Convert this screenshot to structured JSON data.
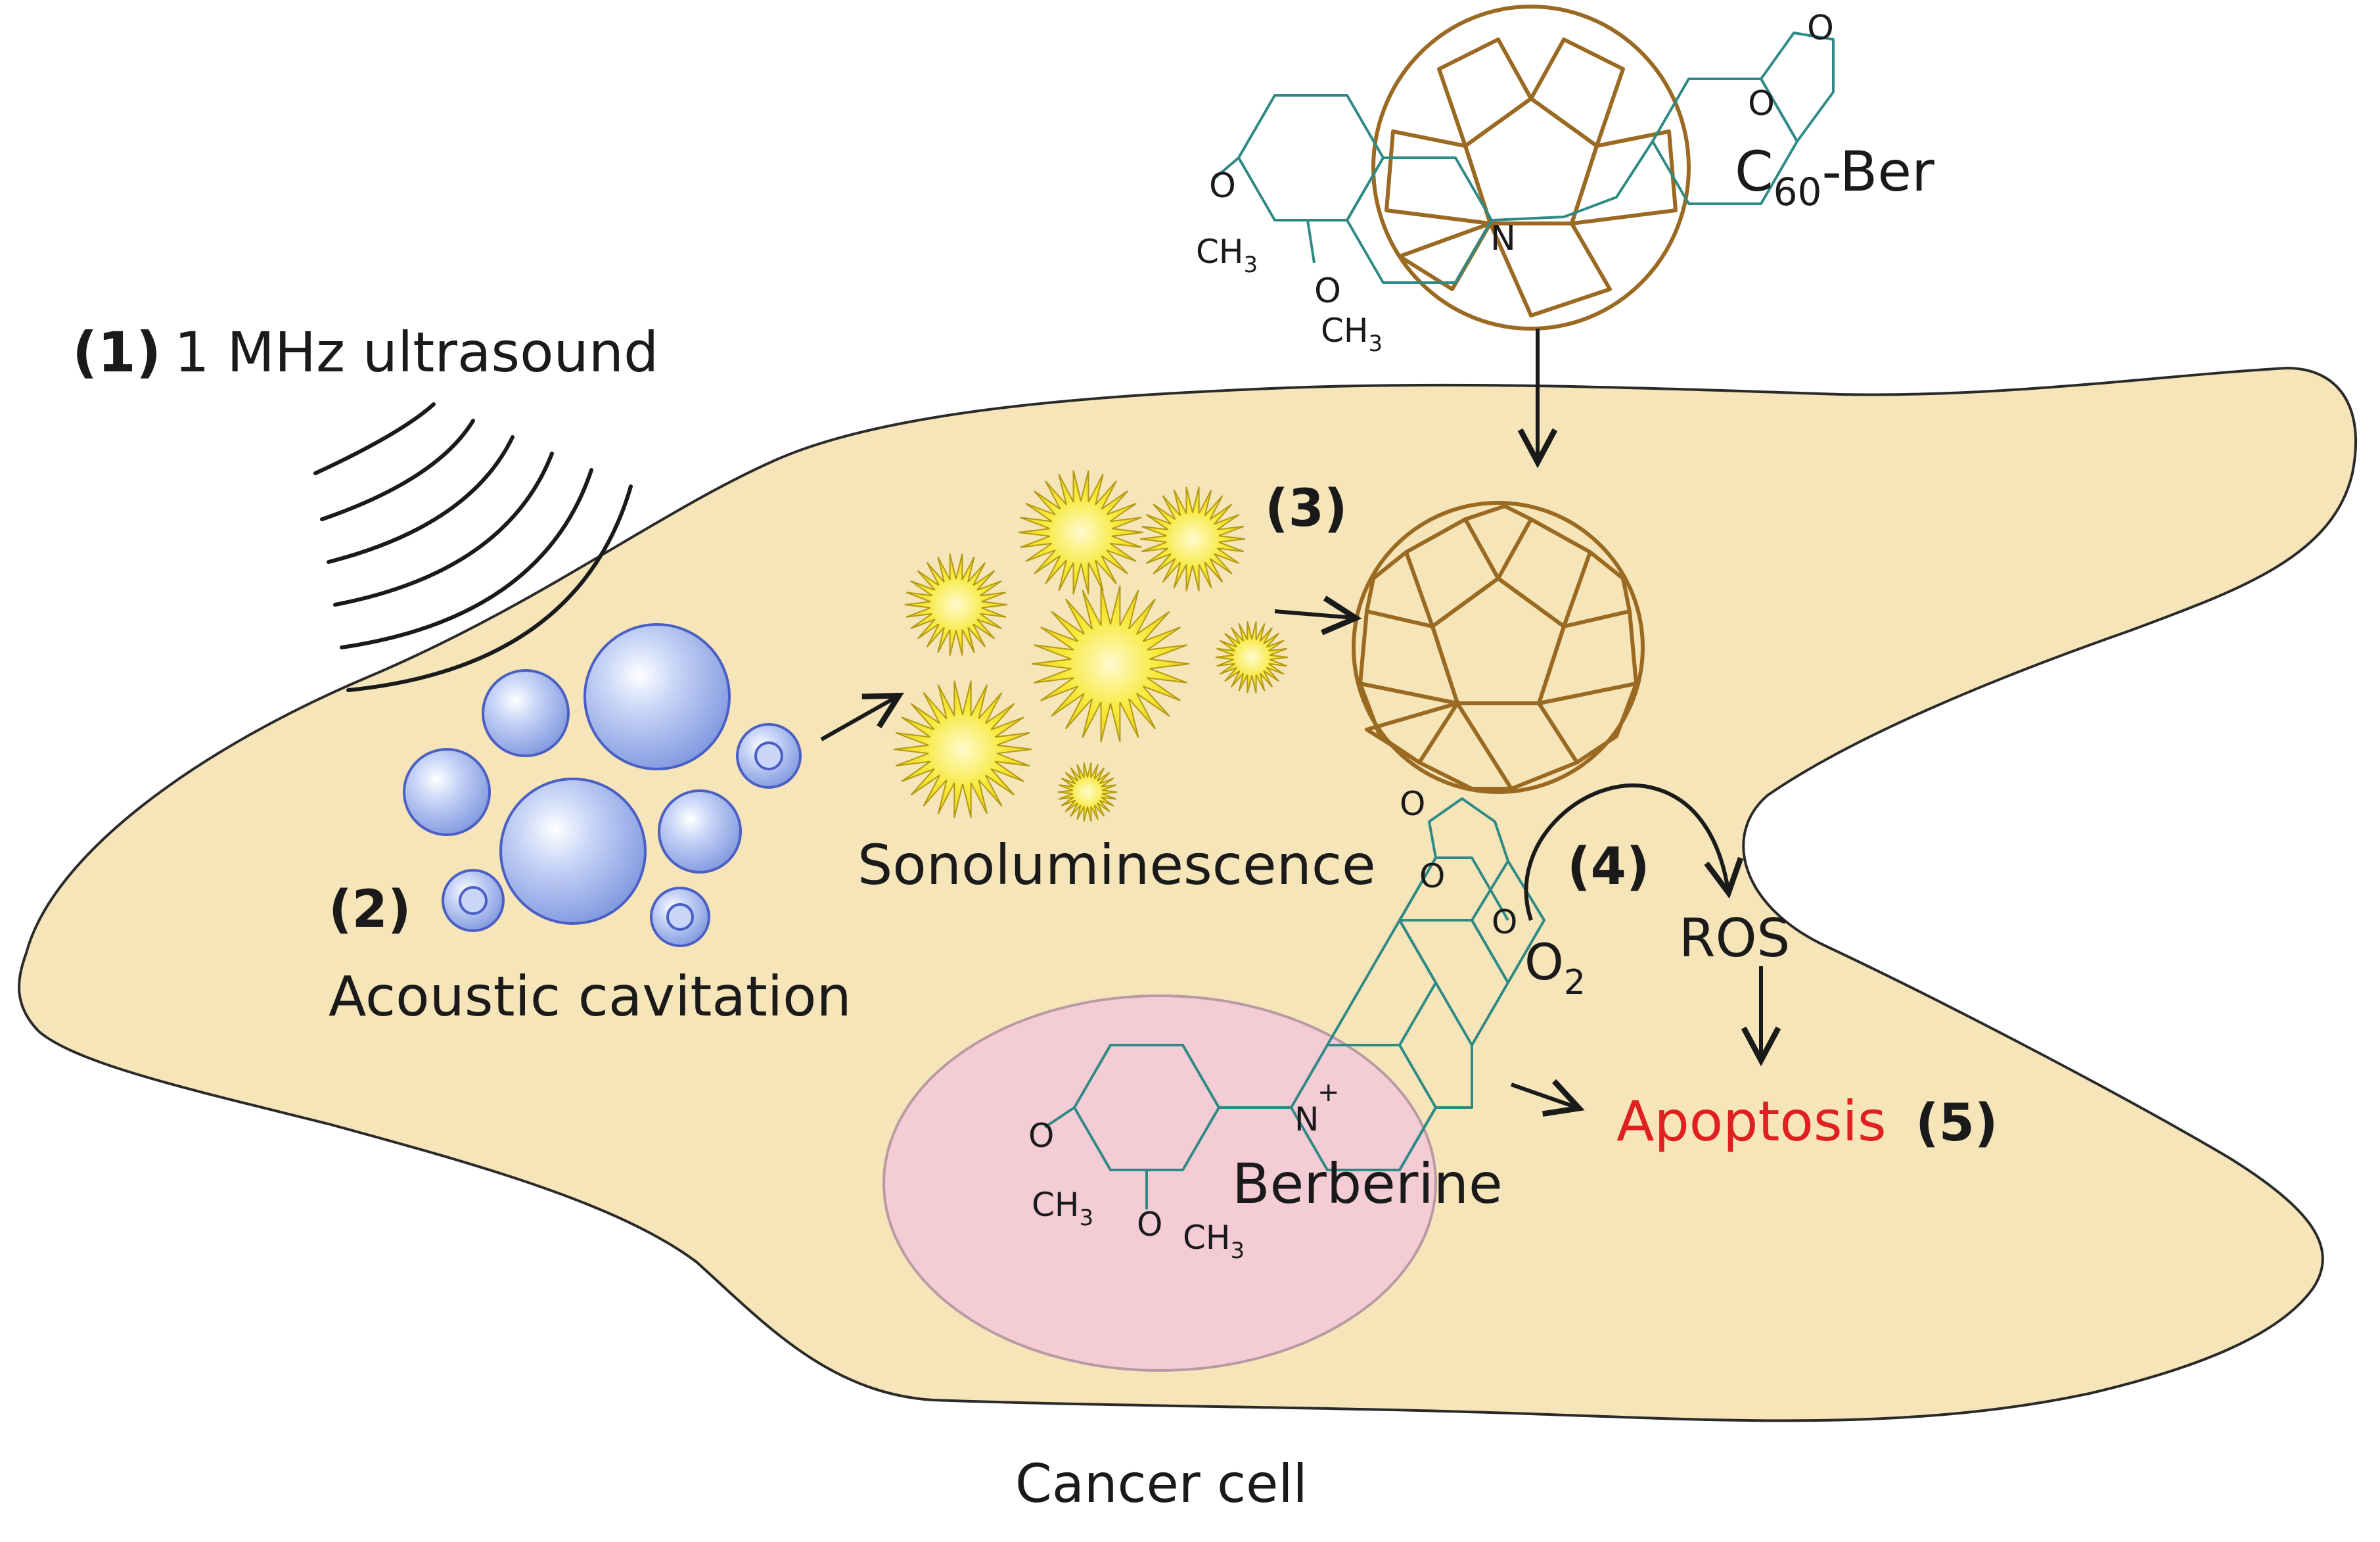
{
  "labels": {
    "step1_num": "(1)",
    "step1_text": "1 MHz ultrasound",
    "step2_num": "(2)",
    "step2_text": "Acoustic cavitation",
    "step3_num": "(3)",
    "sonoluminescence": "Sonoluminescence",
    "step4_num": "(4)",
    "ros": "ROS",
    "o2_main": "O",
    "o2_sub": "2",
    "apoptosis": "Apoptosis",
    "step5_num": "(5)",
    "berberine": "Berberine",
    "c60_main": "C",
    "c60_sub": "60",
    "c60_rest": "-Ber",
    "cancer_cell": "Cancer cell",
    "ch3_a_main": "CH",
    "ch3_a_sub": "3",
    "ch3_b_main": "CH",
    "ch3_b_sub": "3",
    "ch3_c_main": "CH",
    "ch3_c_sub": "3",
    "ch3_d_main": "CH",
    "ch3_d_sub": "3",
    "o_atom": "O",
    "n_atom": "N",
    "n_plus": "+"
  },
  "colors": {
    "cell_fill": "#f6e5b8",
    "cell_stroke": "#2a2a2a",
    "nucleus_fill": "#f3ccd6",
    "nucleus_stroke": "#b89aa4",
    "bubble": "#8fa6e6",
    "bubble_stroke": "#4a5fc4",
    "star": "#f5e52a",
    "star_stroke": "#b39a12",
    "fullerene": "#9a6a22",
    "molecule": "#2f8a86",
    "apoptosis": "#e02020",
    "arrow": "#1a1a1a"
  }
}
